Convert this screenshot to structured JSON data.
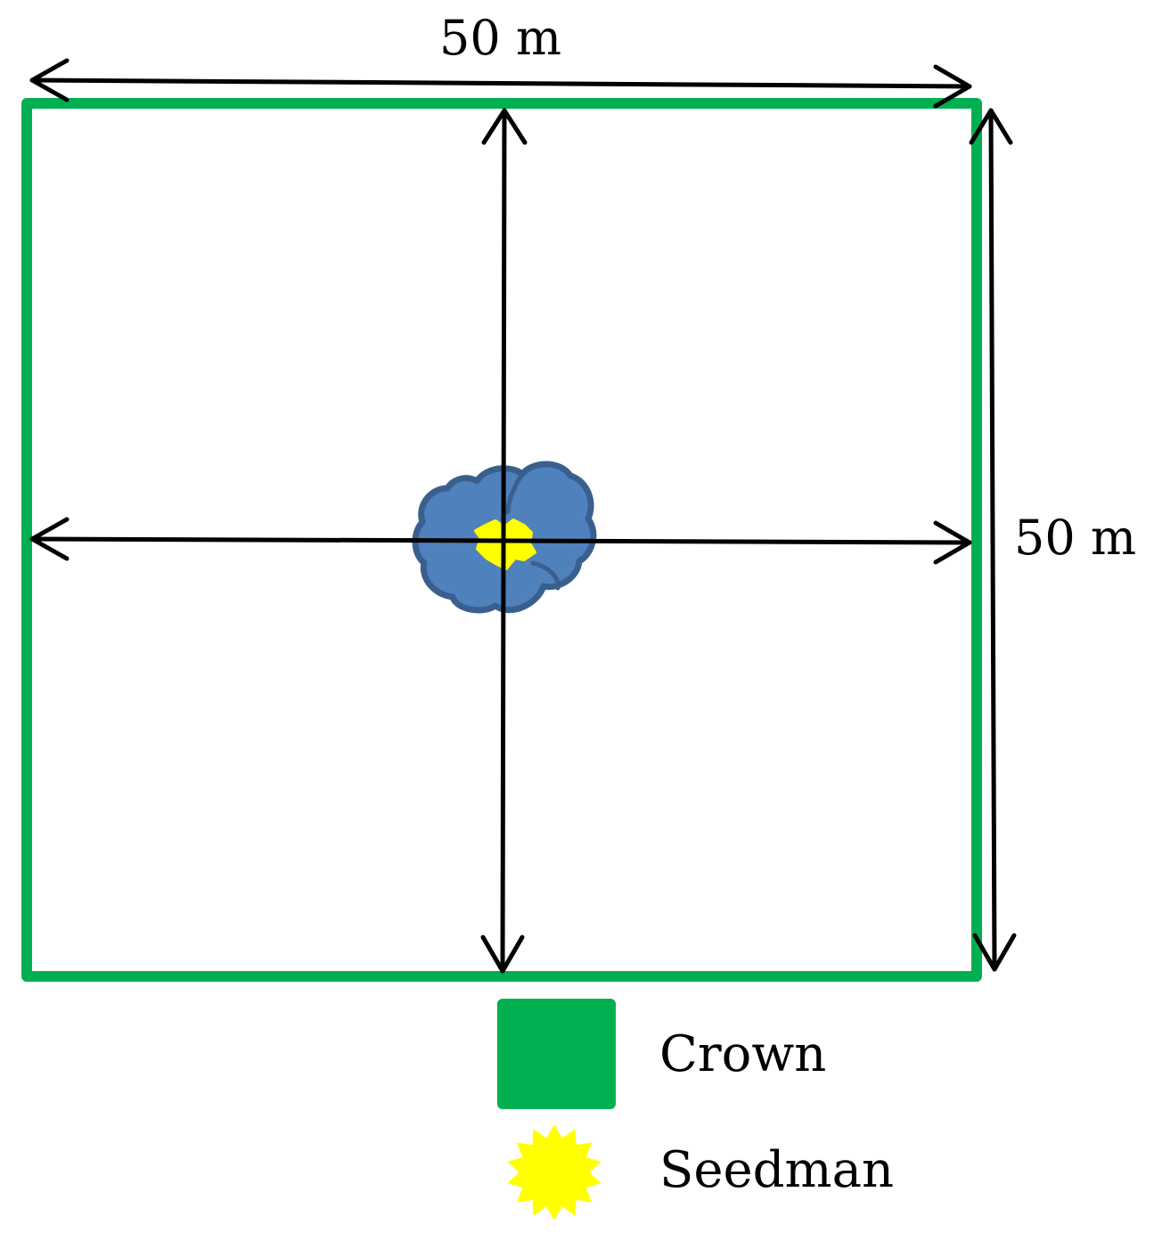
{
  "dimensions": {
    "width_label": "50 m",
    "height_label": "50 m"
  },
  "legend": {
    "items": [
      {
        "label": "Crown",
        "symbol": "green-square",
        "color": "#00b050"
      },
      {
        "label": "Seedman",
        "symbol": "yellow-star",
        "color": "#ffff00"
      }
    ]
  },
  "colors": {
    "plot_border": "#00b050",
    "crown_fill": "#4f81bd",
    "crown_stroke": "#3a5f8f",
    "seed_tree": "#ffff00",
    "arrows": "#000000"
  }
}
